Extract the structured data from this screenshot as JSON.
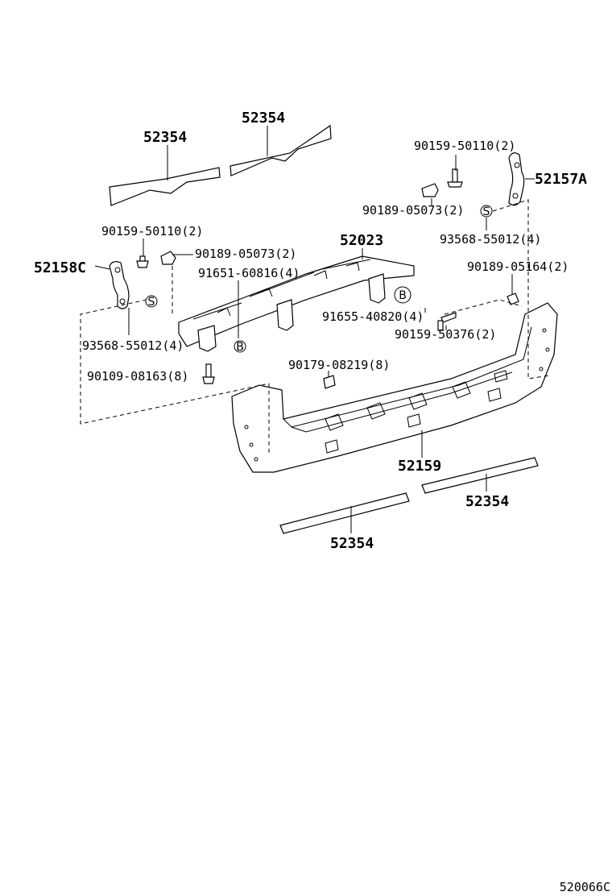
{
  "labels": {
    "l_52354_left": "52354",
    "l_52354_right": "52354",
    "l_90159_50110_r": "90159-50110(2)",
    "l_52157A": "52157A",
    "l_90189_05073_r": "90189-05073(2)",
    "l_93568_55012_r": "93568-55012(4)",
    "l_90159_50110_l": "90159-50110(2)",
    "l_52023": "52023",
    "l_52158C": "52158C",
    "l_90189_05073_l": "90189-05073(2)",
    "l_90189_05164": "90189-05164(2)",
    "l_91651_60816": "91651-60816(4)",
    "l_91655_40820": "91655-40820(4)",
    "l_90159_50376": "90159-50376(2)",
    "l_93568_55012_l": "93568-55012(4)",
    "l_90179_08219": "90179-08219(8)",
    "l_90109_08163": "90109-08163(8)",
    "l_52159": "52159",
    "l_52354_moulding_r": "52354",
    "l_52354_moulding_l": "52354",
    "figure_code": "520066C"
  },
  "markers": {
    "s_mark": "S",
    "b_mark": "B"
  }
}
